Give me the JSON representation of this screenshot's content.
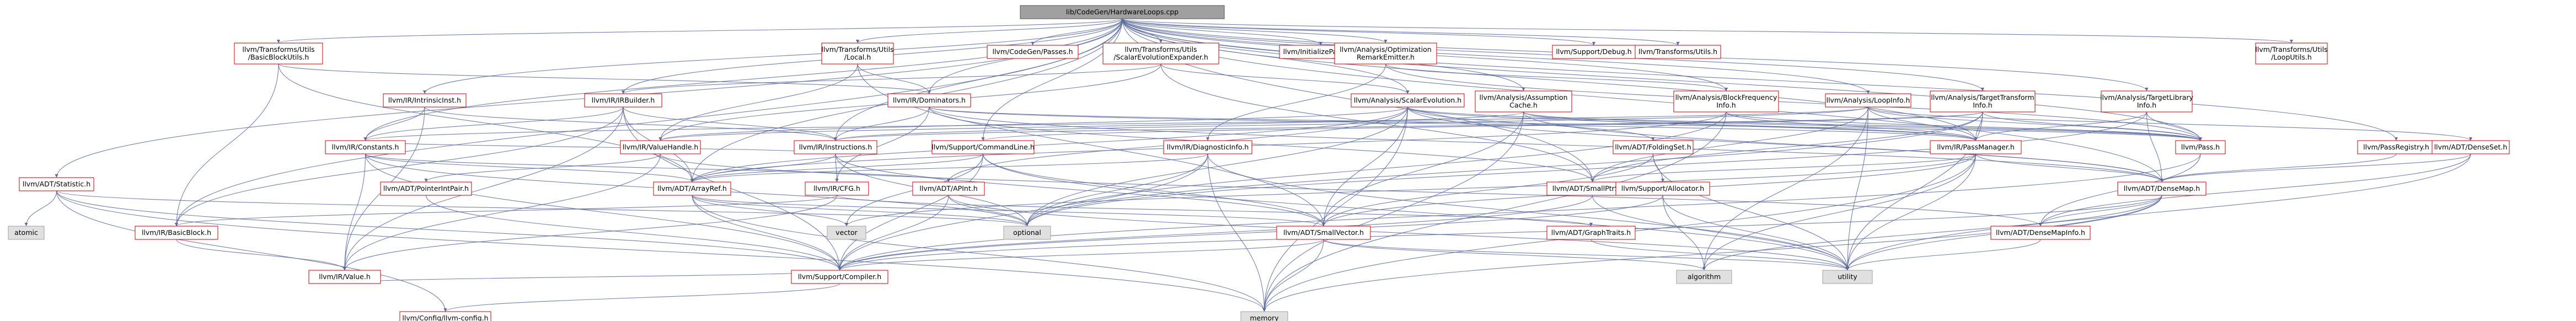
{
  "diagram": {
    "root": "lib/CodeGen/HardwareLoops.cpp",
    "colors": {
      "root_fill": "#a0a0a0",
      "root_border": "#555555",
      "header_border": "#cc0000",
      "header_fill": "#ffffff",
      "system_border": "#a0a0a0",
      "system_fill": "#e0e0e0",
      "edge": "#5a6a9c"
    },
    "nodes": [
      {
        "id": "root",
        "kind": "root",
        "lines": [
          "lib/CodeGen/HardwareLoops.cpp"
        ]
      },
      {
        "id": "tbbu",
        "kind": "header",
        "lines": [
          "llvm/Transforms/Utils",
          "/BasicBlockUtils.h"
        ]
      },
      {
        "id": "tlocal",
        "kind": "header",
        "lines": [
          "llvm/Transforms/Utils",
          "/Local.h"
        ]
      },
      {
        "id": "cgp",
        "kind": "header",
        "lines": [
          "llvm/CodeGen/Passes.h"
        ]
      },
      {
        "id": "tsee",
        "kind": "header",
        "lines": [
          "llvm/Transforms/Utils",
          "/ScalarEvolutionExpander.h"
        ]
      },
      {
        "id": "initp",
        "kind": "header",
        "lines": [
          "llvm/InitializePasses.h"
        ]
      },
      {
        "id": "aore",
        "kind": "header",
        "lines": [
          "llvm/Analysis/Optimization",
          "RemarkEmitter.h"
        ]
      },
      {
        "id": "sdebug",
        "kind": "header",
        "lines": [
          "llvm/Support/Debug.h"
        ]
      },
      {
        "id": "tutils",
        "kind": "header",
        "lines": [
          "llvm/Transforms/Utils.h"
        ]
      },
      {
        "id": "tlu",
        "kind": "header",
        "lines": [
          "llvm/Transforms/Utils",
          "/LoopUtils.h"
        ]
      },
      {
        "id": "irintr",
        "kind": "header",
        "lines": [
          "llvm/IR/IntrinsicInst.h"
        ]
      },
      {
        "id": "irdom",
        "kind": "header",
        "lines": [
          "llvm/IR/Dominators.h"
        ]
      },
      {
        "id": "irbuilder",
        "kind": "header",
        "lines": [
          "llvm/IR/IRBuilder.h"
        ]
      },
      {
        "id": "asev",
        "kind": "header",
        "lines": [
          "llvm/Analysis/ScalarEvolution.h"
        ]
      },
      {
        "id": "aac",
        "kind": "header",
        "lines": [
          "llvm/Analysis/Assumption",
          "Cache.h"
        ]
      },
      {
        "id": "abfi",
        "kind": "header",
        "lines": [
          "llvm/Analysis/BlockFrequency",
          "Info.h"
        ]
      },
      {
        "id": "ali",
        "kind": "header",
        "lines": [
          "llvm/Analysis/LoopInfo.h"
        ]
      },
      {
        "id": "atti",
        "kind": "header",
        "lines": [
          "llvm/Analysis/TargetTransform",
          "Info.h"
        ]
      },
      {
        "id": "atli",
        "kind": "header",
        "lines": [
          "llvm/Analysis/TargetLibrary",
          "Info.h"
        ]
      },
      {
        "id": "adtstat",
        "kind": "header",
        "lines": [
          "llvm/ADT/Statistic.h"
        ]
      },
      {
        "id": "irconst",
        "kind": "header",
        "lines": [
          "llvm/IR/Constants.h"
        ]
      },
      {
        "id": "irvh",
        "kind": "header",
        "lines": [
          "llvm/IR/ValueHandle.h"
        ]
      },
      {
        "id": "irinst",
        "kind": "header",
        "lines": [
          "llvm/IR/Instructions.h"
        ]
      },
      {
        "id": "scl",
        "kind": "header",
        "lines": [
          "llvm/Support/CommandLine.h"
        ]
      },
      {
        "id": "irdiag",
        "kind": "header",
        "lines": [
          "llvm/IR/DiagnosticInfo.h"
        ]
      },
      {
        "id": "adtfold",
        "kind": "header",
        "lines": [
          "llvm/ADT/FoldingSet.h"
        ]
      },
      {
        "id": "irpm",
        "kind": "header",
        "lines": [
          "llvm/IR/PassManager.h"
        ]
      },
      {
        "id": "ppass",
        "kind": "header",
        "lines": [
          "llvm/Pass.h"
        ]
      },
      {
        "id": "preg",
        "kind": "header",
        "lines": [
          "llvm/PassRegistry.h"
        ]
      },
      {
        "id": "adtdset",
        "kind": "header",
        "lines": [
          "llvm/ADT/DenseSet.h"
        ]
      },
      {
        "id": "adtptp",
        "kind": "header",
        "lines": [
          "llvm/ADT/PointerIntPair.h"
        ]
      },
      {
        "id": "adtarr",
        "kind": "header",
        "lines": [
          "llvm/ADT/ArrayRef.h"
        ]
      },
      {
        "id": "ircfg",
        "kind": "header",
        "lines": [
          "llvm/IR/CFG.h"
        ]
      },
      {
        "id": "adtapint",
        "kind": "header",
        "lines": [
          "llvm/ADT/APInt.h"
        ]
      },
      {
        "id": "adtsps",
        "kind": "header",
        "lines": [
          "llvm/ADT/SmallPtrSet.h"
        ]
      },
      {
        "id": "salloc",
        "kind": "header",
        "lines": [
          "llvm/Support/Allocator.h"
        ]
      },
      {
        "id": "adtdmap",
        "kind": "header",
        "lines": [
          "llvm/ADT/DenseMap.h"
        ]
      },
      {
        "id": "irbb",
        "kind": "header",
        "lines": [
          "llvm/IR/BasicBlock.h"
        ]
      },
      {
        "id": "atomic",
        "kind": "system",
        "lines": [
          "atomic"
        ]
      },
      {
        "id": "vector",
        "kind": "system",
        "lines": [
          "vector"
        ]
      },
      {
        "id": "optional",
        "kind": "system",
        "lines": [
          "optional"
        ]
      },
      {
        "id": "adtsv",
        "kind": "header",
        "lines": [
          "llvm/ADT/SmallVector.h"
        ]
      },
      {
        "id": "adtgt",
        "kind": "header",
        "lines": [
          "llvm/ADT/GraphTraits.h"
        ]
      },
      {
        "id": "adtdmi",
        "kind": "header",
        "lines": [
          "llvm/ADT/DenseMapInfo.h"
        ]
      },
      {
        "id": "irvalue",
        "kind": "header",
        "lines": [
          "llvm/IR/Value.h"
        ]
      },
      {
        "id": "scomp",
        "kind": "header",
        "lines": [
          "llvm/Support/Compiler.h"
        ]
      },
      {
        "id": "algorithm",
        "kind": "system",
        "lines": [
          "algorithm"
        ]
      },
      {
        "id": "utility",
        "kind": "system",
        "lines": [
          "utility"
        ]
      },
      {
        "id": "cfg",
        "kind": "header",
        "lines": [
          "llvm/Config/llvm-config.h"
        ]
      },
      {
        "id": "memory",
        "kind": "system",
        "lines": [
          "memory"
        ]
      }
    ]
  }
}
